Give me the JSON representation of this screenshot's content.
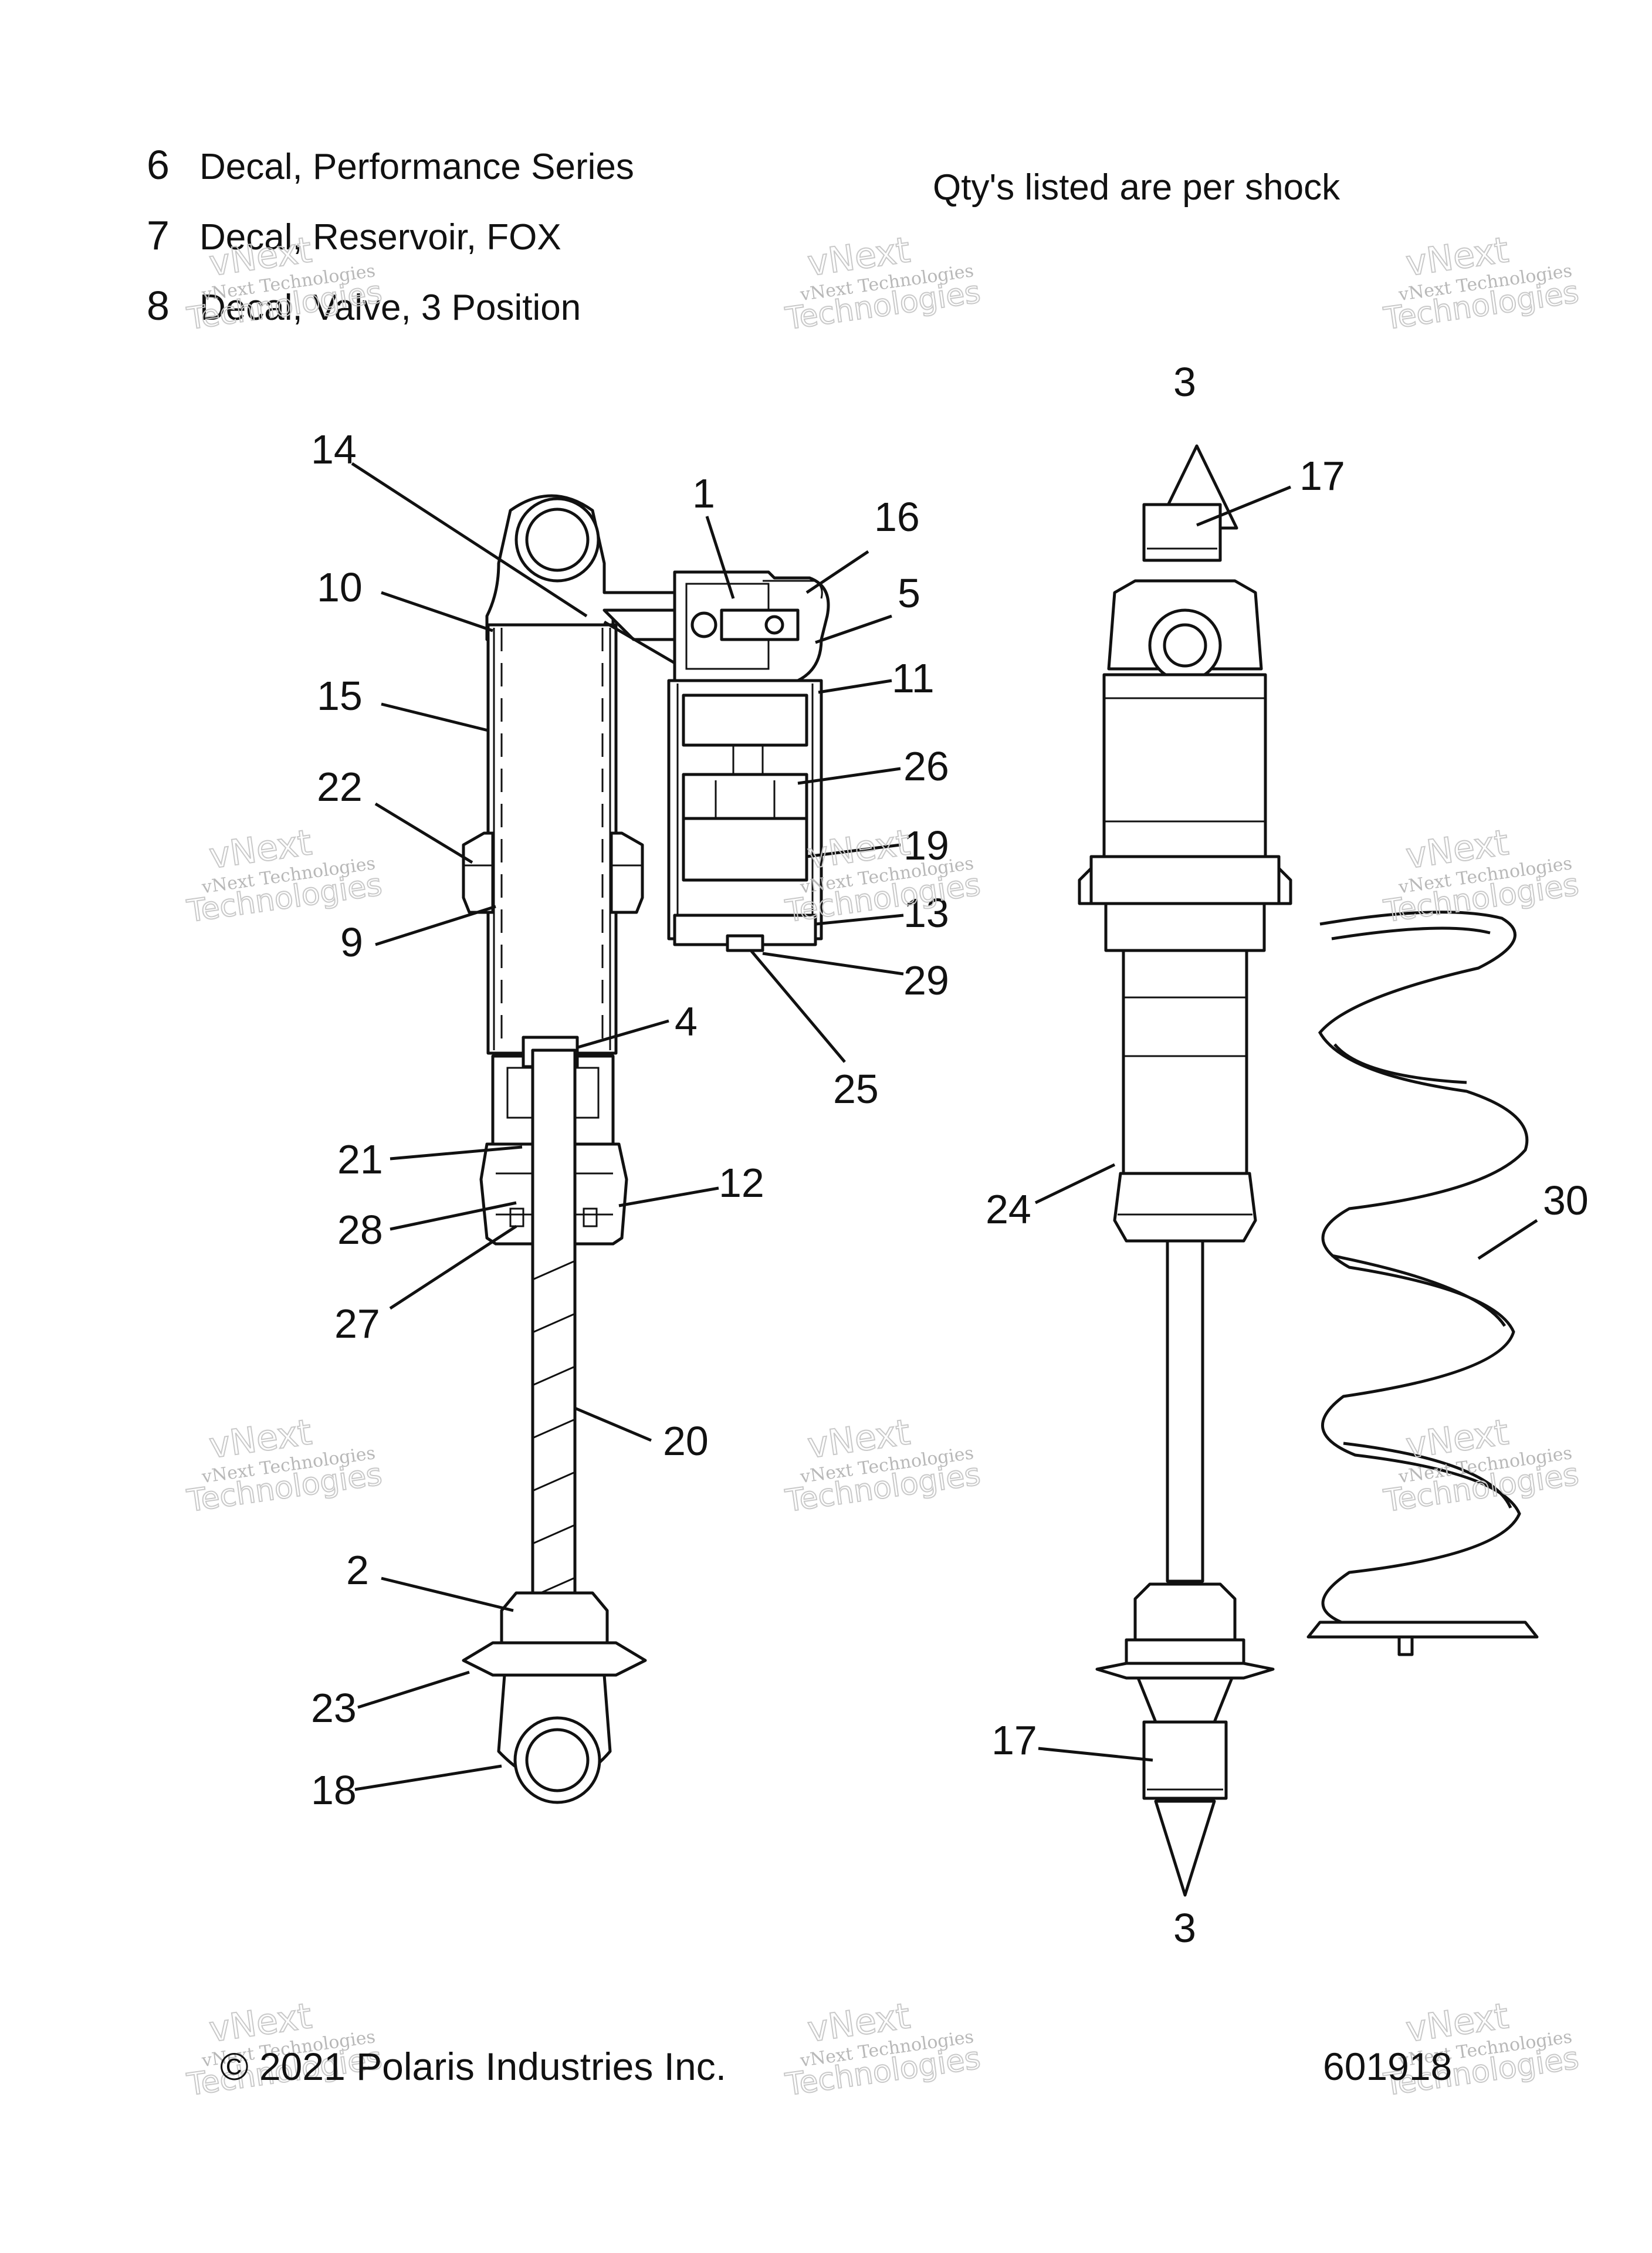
{
  "notes": [
    {
      "number": "6",
      "text": "Decal, Performance Series"
    },
    {
      "number": "7",
      "text": "Decal, Reservoir, FOX"
    },
    {
      "number": "8",
      "text": "Decal, Valve, 3 Position"
    }
  ],
  "qty_note": "Qty's listed are per shock",
  "callouts": [
    "14",
    "1",
    "16",
    "5",
    "10",
    "11",
    "15",
    "26",
    "22",
    "19",
    "9",
    "13",
    "29",
    "4",
    "25",
    "21",
    "12",
    "28",
    "27",
    "20",
    "2",
    "23",
    "18",
    "3",
    "17",
    "24",
    "30",
    "17",
    "3"
  ],
  "watermark": {
    "line1": "vNext Technologies",
    "line2": "vNext",
    "line3": "Technologies"
  },
  "footer": {
    "copyright": "© 2021 Polaris Industries Inc.",
    "figure_number": "601918"
  }
}
